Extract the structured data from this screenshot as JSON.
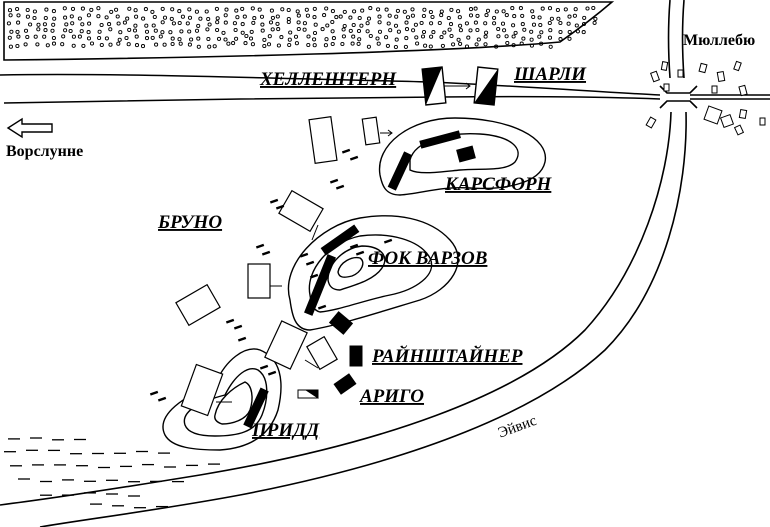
{
  "labels": {
    "hellshtern": "ХЕЛЛЕШТЕРН",
    "sharli": "ШАРЛИ",
    "karsforn": "КАРСФОРН",
    "bruno": "БРУНО",
    "fokvarzov": "ФОК ВАРЗОВ",
    "rainshtainer": "РАЙНШТАЙНЕР",
    "arigo": "АРИГО",
    "pridd": "ПРИДД",
    "mulleby": "Мюллебю",
    "vorslunne": "Ворслунне",
    "river": "Эйвис"
  },
  "colors": {
    "ink": "#000000",
    "paper": "#ffffff"
  },
  "icons": {
    "direction": "arrow-left-icon"
  }
}
